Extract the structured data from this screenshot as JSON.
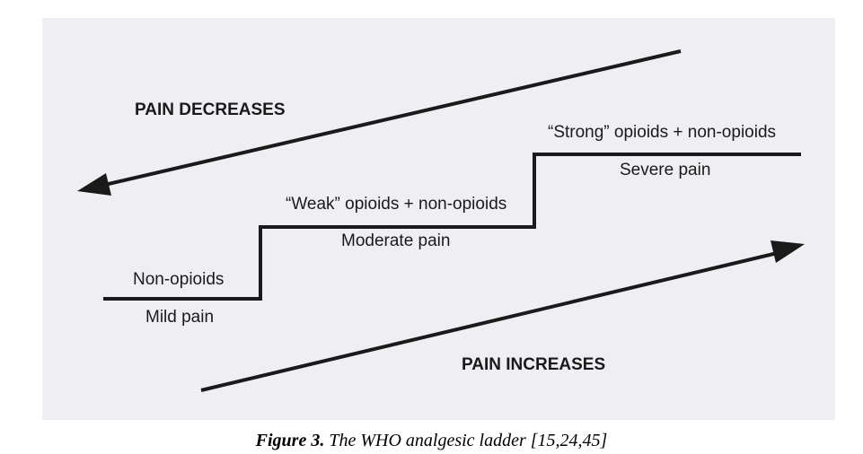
{
  "arrows": {
    "decreases_label": "PAIN DECREASES",
    "increases_label": "PAIN INCREASES"
  },
  "steps": [
    {
      "treatment": "Non-opioids",
      "pain": "Mild pain"
    },
    {
      "treatment": "“Weak” opioids + non-opioids",
      "pain": "Moderate pain"
    },
    {
      "treatment": "“Strong” opioids + non-opioids",
      "pain": "Severe pain"
    }
  ],
  "caption": {
    "label": "Figure 3.",
    "text": "The WHO analgesic ladder [15,24,45]"
  },
  "colors": {
    "line": "#1a1a1a",
    "background": "#efeff3"
  }
}
